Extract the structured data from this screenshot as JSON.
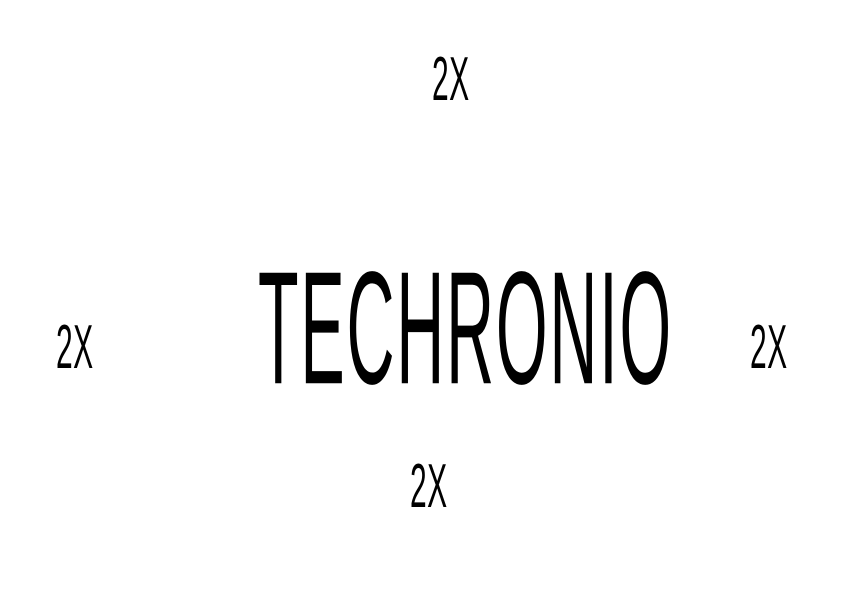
{
  "logo": {
    "wordmark": "TECHRONIO"
  },
  "clearspace": {
    "top": "2X",
    "left": "2X",
    "right": "2X",
    "bottom": "2X"
  },
  "colors": {
    "background": "#ffffff",
    "text": "#000000"
  }
}
